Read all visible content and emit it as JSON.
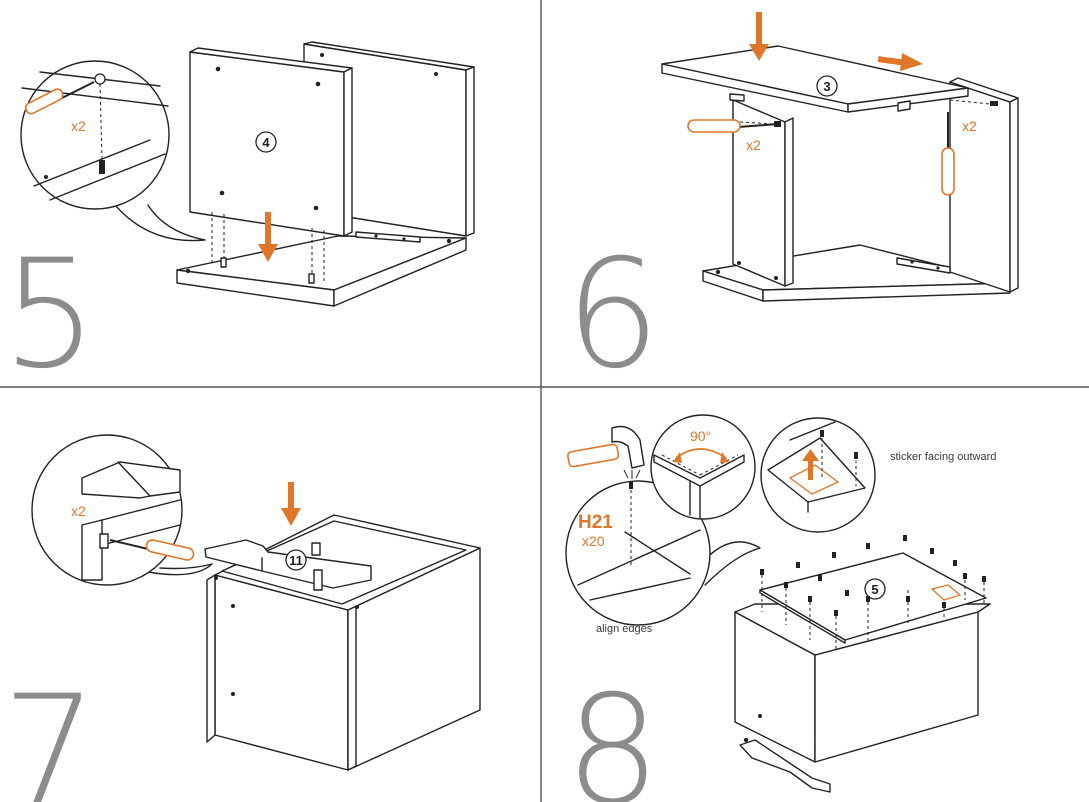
{
  "colors": {
    "accent": "#e07628",
    "line": "#222222",
    "step_number": "#8c8c8c"
  },
  "steps": [
    {
      "number": "5",
      "part_label": "4",
      "qty": "x2",
      "icons": [
        "screwdriver-icon",
        "arrow-down-icon"
      ]
    },
    {
      "number": "6",
      "part_label": "3",
      "qty_left": "x2",
      "qty_right": "x2",
      "icons": [
        "screwdriver-icon",
        "arrow-down-icon",
        "arrow-right-icon"
      ]
    },
    {
      "number": "7",
      "part_label": "11",
      "qty": "x2",
      "icons": [
        "screwdriver-icon",
        "arrow-down-icon"
      ]
    },
    {
      "number": "8",
      "part_label": "5",
      "angle": "90°",
      "nail_code": "H21",
      "nail_qty": "x20",
      "caption_sticker": "sticker facing outward",
      "caption_align": "align edges",
      "icons": [
        "hammer-icon",
        "nail-icon",
        "arrow-up-icon"
      ]
    }
  ]
}
